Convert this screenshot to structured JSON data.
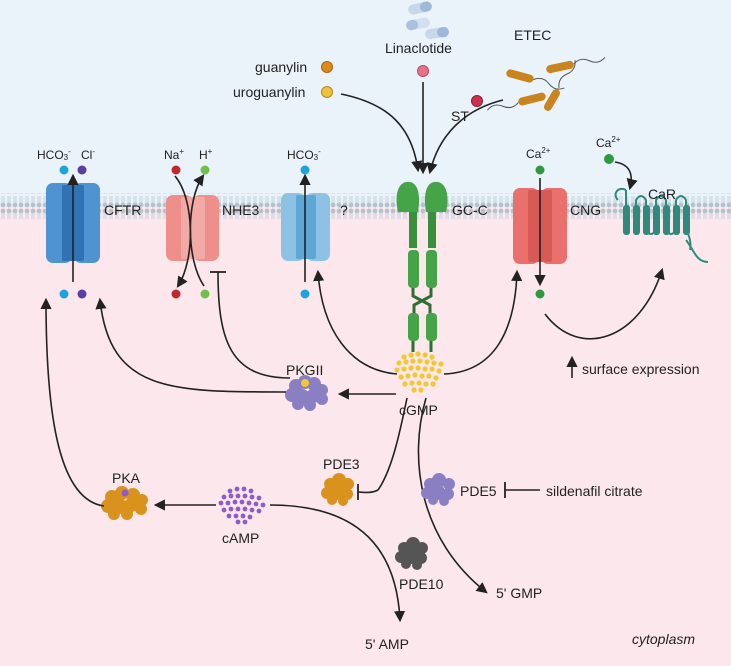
{
  "colors": {
    "extracellular": "#eaf2fa",
    "cytoplasm": "#fce8ec",
    "membrane": "#b9c8d3",
    "arrow": "#222222",
    "cftr": "#4f93d1",
    "nhe3": "#ee8f8c",
    "unknown_channel": "#8ec2e4",
    "gcc": "#45a447",
    "cng": "#e9706c",
    "car": "#2f8a7d",
    "cgmp_dots": "#f2c832",
    "camp_dots": "#8e5bc9",
    "pkgii": "#8a7fc2",
    "pka": "#d9921c",
    "pde3": "#d9921c",
    "pde5": "#8a7fc2",
    "pde10": "#555555",
    "ion_hco3": "#1ea3dc",
    "ion_cl": "#5a3fa0",
    "ion_na": "#c0282f",
    "ion_h": "#6fbf4a",
    "ion_ca": "#2e9a3f",
    "guanylin": "#dd8a18",
    "uroguanylin": "#f0c23c",
    "linaclotide": "#e8708c",
    "st_toxin": "#c8324e",
    "etec_bacteria": "#c98420"
  },
  "icons": [
    "pill-icon",
    "bacteria-icon",
    "ion-dot-icon",
    "channel-icon",
    "receptor-icon",
    "protein-icon"
  ],
  "ligands": {
    "guanylin": "guanylin",
    "uroguanylin": "uroguanylin",
    "linaclotide": "Linaclotide",
    "etec": "ETEC",
    "st": "ST"
  },
  "ions": {
    "hco3": {
      "base": "HCO",
      "sub": "3",
      "sup": "-"
    },
    "cl": {
      "base": "Cl",
      "sup": "-"
    },
    "na": {
      "base": "Na",
      "sup": "+"
    },
    "h": {
      "base": "H",
      "sup": "+"
    },
    "ca": {
      "base": "Ca",
      "sup": "2+"
    }
  },
  "membrane_proteins": {
    "cftr": "CFTR",
    "nhe3": "NHE3",
    "unknown": "?",
    "gcc": "GC-C",
    "cng": "CNG",
    "car": "CaR"
  },
  "cytoplasm": {
    "pkgii": "PKGII",
    "cgmp": "cGMP",
    "pde3": "PDE3",
    "pde5": "PDE5",
    "sildenafil": "sildenafil citrate",
    "pka": "PKA",
    "camp": "cAMP",
    "pde10": "PDE10",
    "gmp5": "5' GMP",
    "amp5": "5' AMP",
    "surface_expression": "surface expression",
    "cytoplasm_label": "cytoplasm"
  }
}
